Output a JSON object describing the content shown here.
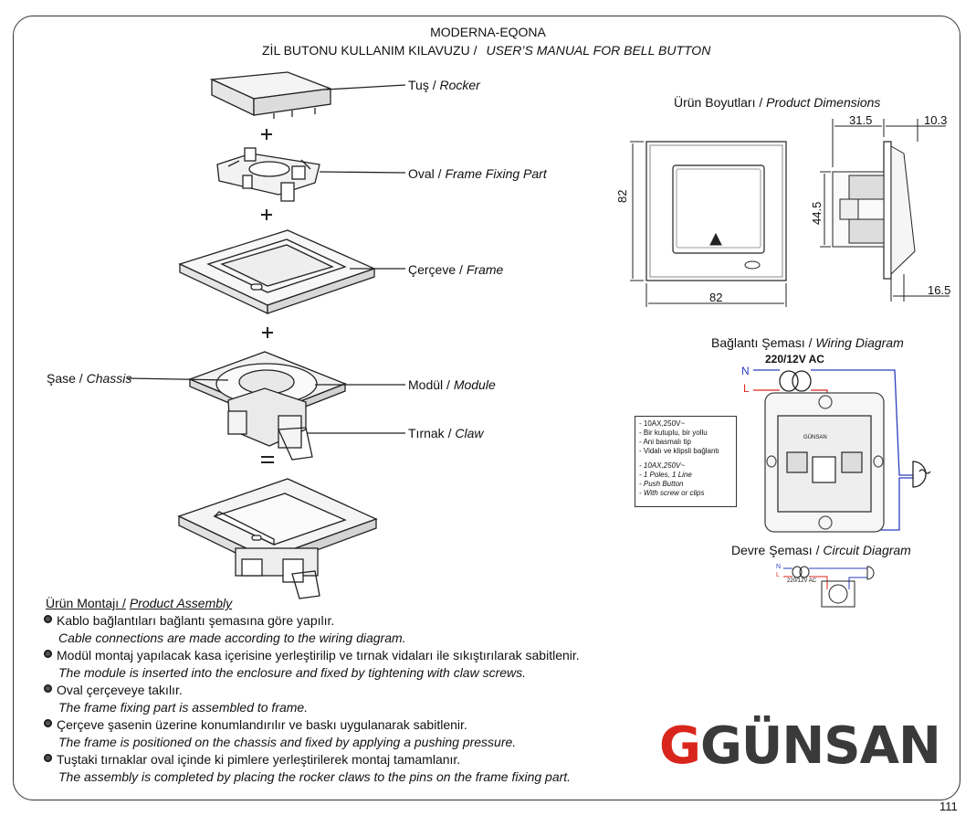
{
  "header": {
    "title": "MODERNA-EQONA",
    "subtitle_tr": "ZİL BUTONU KULLANIM KILAVUZU /",
    "subtitle_en": "USER’S MANUAL FOR BELL BUTTON"
  },
  "parts": {
    "rocker_tr": "Tuş /",
    "rocker_en": "Rocker",
    "oval_tr": "Oval /",
    "oval_en": "Frame Fixing Part",
    "frame_tr": "Çerçeve /",
    "frame_en": "Frame",
    "chassis_tr": "Şase /",
    "chassis_en": "Chassis",
    "module_tr": "Modül /",
    "module_en": "Module",
    "claw_tr": "Tırnak /",
    "claw_en": "Claw",
    "plus": "+",
    "equals": "="
  },
  "dimensions": {
    "title_tr": "Ürün Boyutları /",
    "title_en": "Product Dimensions",
    "height": "82",
    "width": "82",
    "depth": "31.5",
    "rocker_depth": "10.3",
    "module_height": "44.5",
    "base_depth": "16.5"
  },
  "wiring": {
    "title_tr": "Bağlantı Şeması /",
    "title_en": "Wiring Diagram",
    "voltage": "220/12V AC",
    "n_label": "N",
    "l_label": "L",
    "brand_small": "GÜNSAN"
  },
  "notes": {
    "tr": [
      "- 10AX,250V~",
      "- Bir kutuplu, bir yollu",
      "- Ani basmalı tip",
      "- Vidalı ve klipsli bağlantı"
    ],
    "en": [
      "- 10AX,250V~",
      "- 1 Poles, 1 Line",
      "- Push Button",
      "- With screw or clips"
    ]
  },
  "circuit": {
    "title_tr": "Devre Şeması /",
    "title_en": "Circuit Diagram",
    "n_label": "N",
    "l_label": "L",
    "voltage": "220/12V AC"
  },
  "assembly": {
    "title_tr": "Ürün Montajı /",
    "title_en": "Product Assembly",
    "steps": [
      {
        "tr": "Kablo bağlantıları bağlantı şemasına göre yapılır.",
        "en": "Cable connections are made according to the wiring diagram."
      },
      {
        "tr": "Modül montaj yapılacak kasa içerisine yerleştirilip ve tırnak vidaları ile sıkıştırılarak sabitlenir.",
        "en": "The module is inserted into the enclosure and fixed by tightening with claw screws."
      },
      {
        "tr": "Oval çerçeveye takılır.",
        "en": "The frame fixing part is assembled to frame."
      },
      {
        "tr": "Çerçeve şasenin üzerine konumlandırılır ve baskı uygulanarak sabitlenir.",
        "en": "The frame is positioned on the chassis and fixed by applying a pushing pressure."
      },
      {
        "tr": "Tuştaki tırnaklar oval içinde ki pimlere yerleştirilerek montaj tamamlanır.",
        "en": "The assembly is completed by placing the rocker claws to the pins on the frame fixing part."
      }
    ]
  },
  "logo": {
    "g": "G",
    "text": "GÜNSAN"
  },
  "page_number": "111",
  "colors": {
    "brand_red": "#d9261c",
    "wire_blue": "#2b3fbf",
    "wire_red": "#d9261c"
  }
}
